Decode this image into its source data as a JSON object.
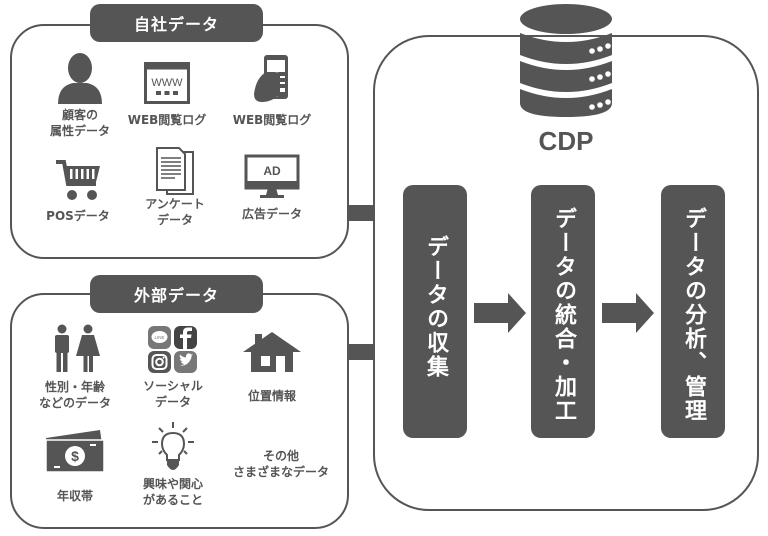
{
  "diagram": {
    "title": "CDP",
    "own_data": {
      "title": "自社データ",
      "items": [
        {
          "icon": "person-icon",
          "label": "顧客の\n属性データ"
        },
        {
          "icon": "web-browser-icon",
          "label": "WEB閲覧ログ",
          "icon_text": "WWW"
        },
        {
          "icon": "smartphone-icon",
          "label": "WEB閲覧ログ"
        },
        {
          "icon": "shopping-cart-icon",
          "label": "POSデータ"
        },
        {
          "icon": "document-icon",
          "label": "アンケート\nデータ"
        },
        {
          "icon": "monitor-ad-icon",
          "label": "広告データ",
          "icon_text": "AD"
        }
      ]
    },
    "external_data": {
      "title": "外部データ",
      "items": [
        {
          "icon": "man-woman-icon",
          "label": "性別・年齢\nなどのデータ"
        },
        {
          "icon": "social-media-icon",
          "label": "ソーシャル\nデータ",
          "icon_text": "LINE"
        },
        {
          "icon": "house-icon",
          "label": "位置情報"
        },
        {
          "icon": "money-icon",
          "label": "年収帯",
          "icon_text": "$"
        },
        {
          "icon": "lightbulb-icon",
          "label": "興味や関心\nがあること"
        },
        {
          "icon": "none",
          "label": "その他\nさまざまなデータ"
        }
      ]
    },
    "stages": [
      {
        "label": "データの収集"
      },
      {
        "label": "データの統合・加工"
      },
      {
        "label": "データの分析、管理"
      }
    ],
    "colors": {
      "primary": "#555555",
      "background": "#ffffff",
      "text_on_dark": "#ffffff"
    }
  }
}
